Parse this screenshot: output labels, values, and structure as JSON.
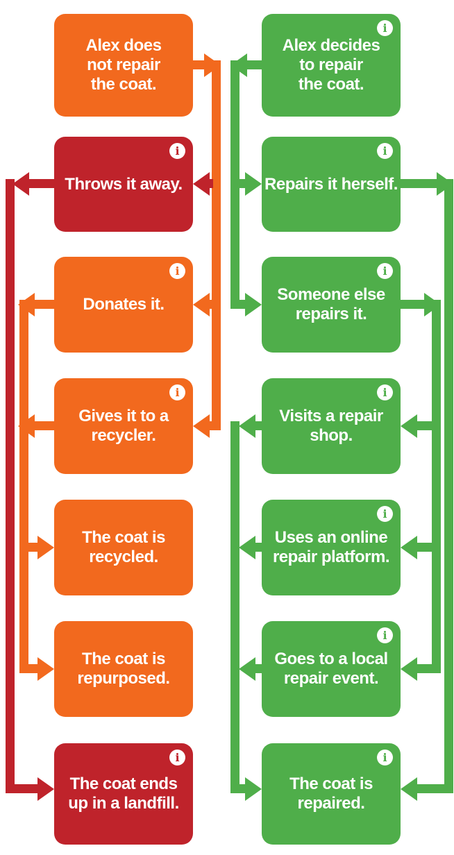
{
  "palette": {
    "orange": "#F2691E",
    "red": "#BF232B",
    "green": "#4FAE4A",
    "background": "#FFFFFF",
    "text": "#FFFFFF"
  },
  "info_icon": {
    "name": "info",
    "glyph": "i"
  },
  "flow": {
    "left": [
      {
        "id": "not-repair",
        "label": "Alex does\nnot repair\nthe coat.",
        "color": "orange",
        "has_info": false
      },
      {
        "id": "throws-away",
        "label": "Throws it away.",
        "color": "red",
        "has_info": true
      },
      {
        "id": "donates",
        "label": "Donates it.",
        "color": "orange",
        "has_info": true
      },
      {
        "id": "recycler",
        "label": "Gives it to a\nrecycler.",
        "color": "orange",
        "has_info": true
      },
      {
        "id": "recycled",
        "label": "The coat is\nrecycled.",
        "color": "orange",
        "has_info": false
      },
      {
        "id": "repurposed",
        "label": "The coat is\nrepurposed.",
        "color": "orange",
        "has_info": false
      },
      {
        "id": "landfill",
        "label": "The coat ends\nup in a landfill.",
        "color": "red",
        "has_info": true
      }
    ],
    "right": [
      {
        "id": "decides-repair",
        "label": "Alex decides\nto repair\nthe coat.",
        "color": "green",
        "has_info": true
      },
      {
        "id": "repairs-herself",
        "label": "Repairs it herself.",
        "color": "green",
        "has_info": true
      },
      {
        "id": "someone-else",
        "label": "Someone else\nrepairs it.",
        "color": "green",
        "has_info": true
      },
      {
        "id": "repair-shop",
        "label": "Visits a repair\nshop.",
        "color": "green",
        "has_info": true
      },
      {
        "id": "online-platform",
        "label": "Uses an online\nrepair platform.",
        "color": "green",
        "has_info": true
      },
      {
        "id": "repair-event",
        "label": "Goes to a local\nrepair event.",
        "color": "green",
        "has_info": true
      },
      {
        "id": "repaired",
        "label": "The coat is\nrepaired.",
        "color": "green",
        "has_info": true
      }
    ]
  }
}
